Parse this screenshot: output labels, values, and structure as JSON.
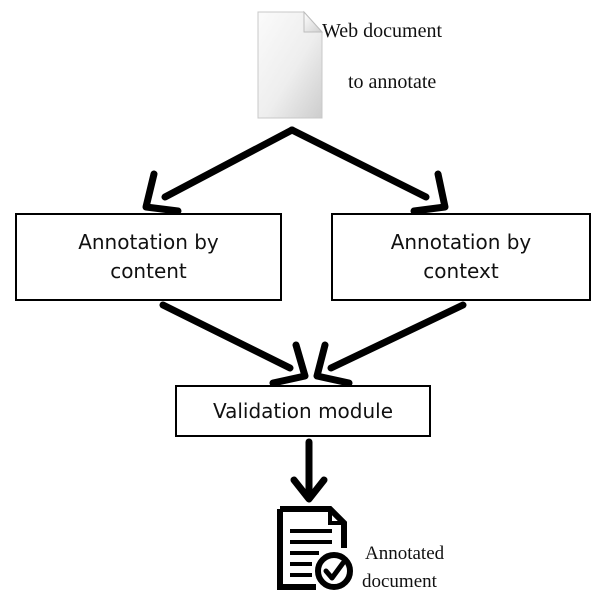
{
  "source_document": {
    "label_line1": "Web document",
    "label_line2": "to annotate",
    "icon": "document-page-icon"
  },
  "nodes": {
    "content": {
      "line1": "Annotation by",
      "line2": "content"
    },
    "context": {
      "line1": "Annotation by",
      "line2": "context"
    },
    "validation": {
      "label": "Validation module"
    }
  },
  "output_document": {
    "label_line1": "Annotated",
    "label_line2": "document",
    "icon": "document-checkmark-icon"
  },
  "edges": [
    {
      "from": "source_document",
      "to": "content"
    },
    {
      "from": "source_document",
      "to": "context"
    },
    {
      "from": "content",
      "to": "validation"
    },
    {
      "from": "context",
      "to": "validation"
    },
    {
      "from": "validation",
      "to": "output_document"
    }
  ],
  "colors": {
    "stroke": "#000000",
    "page_light": "#f6f6f6",
    "page_dark": "#cfcfcf"
  }
}
